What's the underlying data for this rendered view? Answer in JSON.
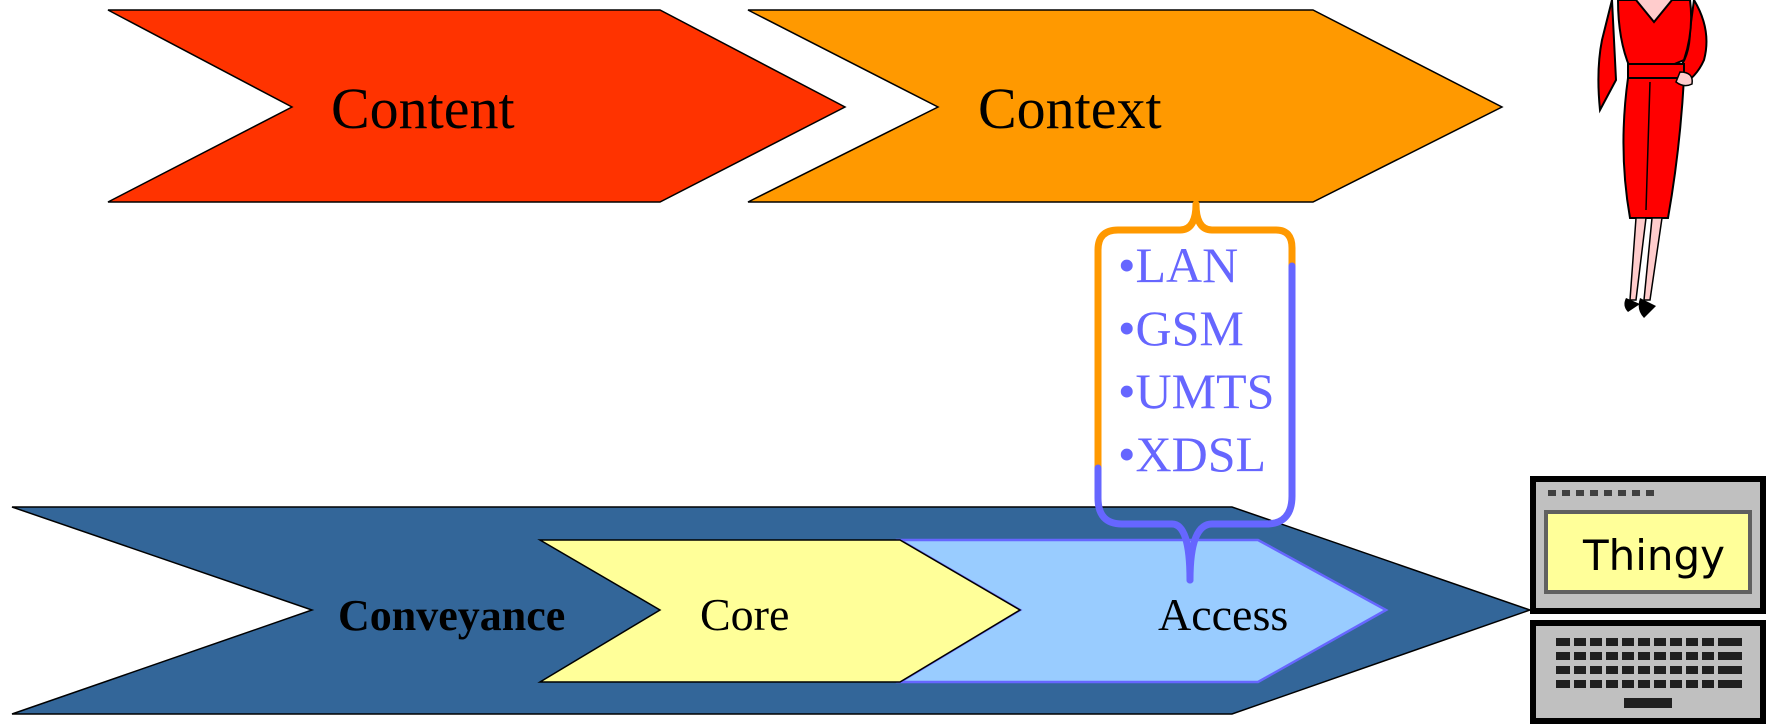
{
  "diagram": {
    "content_label": "Content",
    "context_label": "Context",
    "conveyance_label": "Conveyance",
    "core_label": "Core",
    "access_label": "Access",
    "networks": [
      "•LAN",
      "•GSM",
      "•UMTS",
      "•XDSL"
    ],
    "device_label": "Thingy"
  },
  "colors": {
    "content_fill": "#FF3300",
    "context_fill": "#FF9900",
    "conveyance_fill": "#336699",
    "core_fill": "#FFFF99",
    "access_fill": "#99CCFF",
    "access_outline": "#6666FF",
    "network_text": "#6666FF",
    "brace_orange": "#FF9900",
    "brace_blue": "#6666FF",
    "woman_dress": "#FF0000",
    "skin": "#FFCCCC"
  }
}
